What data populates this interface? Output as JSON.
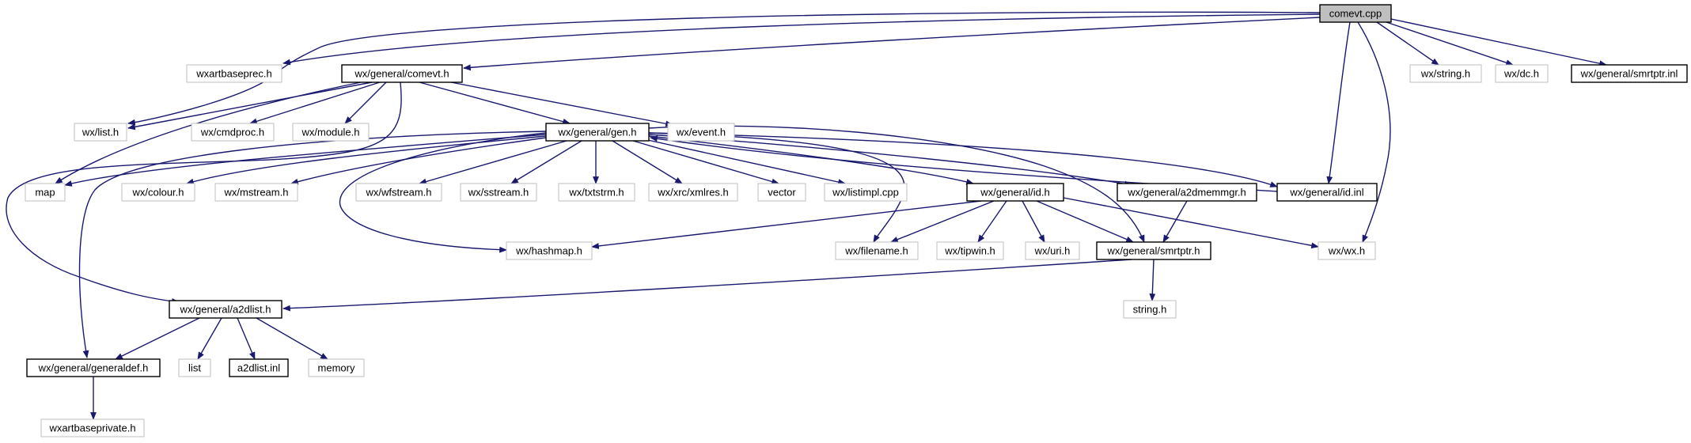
{
  "graph": {
    "nodes": [
      {
        "id": "comevt_cpp",
        "label": "comevt.cpp",
        "kind": "root"
      },
      {
        "id": "wxartbaseprec",
        "label": "wxartbaseprec.h",
        "kind": "external"
      },
      {
        "id": "comevt_h",
        "label": "wx/general/comevt.h",
        "kind": "internal"
      },
      {
        "id": "wx_string",
        "label": "wx/string.h",
        "kind": "external"
      },
      {
        "id": "wx_dc",
        "label": "wx/dc.h",
        "kind": "external"
      },
      {
        "id": "smrtptr_inl",
        "label": "wx/general/smrtptr.inl",
        "kind": "internal"
      },
      {
        "id": "wx_list",
        "label": "wx/list.h",
        "kind": "external"
      },
      {
        "id": "wx_cmdproc",
        "label": "wx/cmdproc.h",
        "kind": "external"
      },
      {
        "id": "wx_module",
        "label": "wx/module.h",
        "kind": "external"
      },
      {
        "id": "gen_h",
        "label": "wx/general/gen.h",
        "kind": "internal"
      },
      {
        "id": "wx_event",
        "label": "wx/event.h",
        "kind": "external"
      },
      {
        "id": "map",
        "label": "map",
        "kind": "external"
      },
      {
        "id": "wx_colour",
        "label": "wx/colour.h",
        "kind": "external"
      },
      {
        "id": "wx_mstream",
        "label": "wx/mstream.h",
        "kind": "external"
      },
      {
        "id": "wx_wfstream",
        "label": "wx/wfstream.h",
        "kind": "external"
      },
      {
        "id": "wx_sstream",
        "label": "wx/sstream.h",
        "kind": "external"
      },
      {
        "id": "wx_txtstrm",
        "label": "wx/txtstrm.h",
        "kind": "external"
      },
      {
        "id": "wx_xmlres",
        "label": "wx/xrc/xmlres.h",
        "kind": "external"
      },
      {
        "id": "vector",
        "label": "vector",
        "kind": "external"
      },
      {
        "id": "wx_listimpl",
        "label": "wx/listimpl.cpp",
        "kind": "external"
      },
      {
        "id": "id_h",
        "label": "wx/general/id.h",
        "kind": "internal"
      },
      {
        "id": "a2dmemmgr",
        "label": "wx/general/a2dmemmgr.h",
        "kind": "internal"
      },
      {
        "id": "id_inl",
        "label": "wx/general/id.inl",
        "kind": "internal"
      },
      {
        "id": "wx_hashmap",
        "label": "wx/hashmap.h",
        "kind": "external"
      },
      {
        "id": "wx_filename",
        "label": "wx/filename.h",
        "kind": "external"
      },
      {
        "id": "wx_tipwin",
        "label": "wx/tipwin.h",
        "kind": "external"
      },
      {
        "id": "wx_uri",
        "label": "wx/uri.h",
        "kind": "external"
      },
      {
        "id": "smrtptr_h",
        "label": "wx/general/smrtptr.h",
        "kind": "internal"
      },
      {
        "id": "wx_wx",
        "label": "wx/wx.h",
        "kind": "external"
      },
      {
        "id": "a2dlist_h",
        "label": "wx/general/a2dlist.h",
        "kind": "internal"
      },
      {
        "id": "string_h",
        "label": "string.h",
        "kind": "external"
      },
      {
        "id": "generaldef",
        "label": "wx/general/generaldef.h",
        "kind": "internal"
      },
      {
        "id": "list",
        "label": "list",
        "kind": "external"
      },
      {
        "id": "a2dlist_inl",
        "label": "a2dlist.inl",
        "kind": "internal"
      },
      {
        "id": "memory",
        "label": "memory",
        "kind": "external"
      },
      {
        "id": "wxartbaseprivate",
        "label": "wxartbaseprivate.h",
        "kind": "external"
      }
    ],
    "edges": [
      [
        "comevt_cpp",
        "wxartbaseprec"
      ],
      [
        "comevt_cpp",
        "comevt_h"
      ],
      [
        "comevt_cpp",
        "wx_string"
      ],
      [
        "comevt_cpp",
        "wx_dc"
      ],
      [
        "comevt_cpp",
        "smrtptr_inl"
      ],
      [
        "comevt_cpp",
        "wx_list"
      ],
      [
        "comevt_cpp",
        "id_inl"
      ],
      [
        "comevt_cpp",
        "wx_wx"
      ],
      [
        "comevt_h",
        "wx_list"
      ],
      [
        "comevt_h",
        "wx_cmdproc"
      ],
      [
        "comevt_h",
        "wx_module"
      ],
      [
        "comevt_h",
        "gen_h"
      ],
      [
        "comevt_h",
        "wx_event"
      ],
      [
        "comevt_h",
        "map"
      ],
      [
        "comevt_h",
        "a2dlist_h"
      ],
      [
        "gen_h",
        "map"
      ],
      [
        "gen_h",
        "wx_colour"
      ],
      [
        "gen_h",
        "wx_mstream"
      ],
      [
        "gen_h",
        "wx_wfstream"
      ],
      [
        "gen_h",
        "wx_sstream"
      ],
      [
        "gen_h",
        "wx_txtstrm"
      ],
      [
        "gen_h",
        "wx_xmlres"
      ],
      [
        "gen_h",
        "vector"
      ],
      [
        "gen_h",
        "wx_listimpl"
      ],
      [
        "gen_h",
        "id_h"
      ],
      [
        "gen_h",
        "a2dmemmgr"
      ],
      [
        "gen_h",
        "id_inl"
      ],
      [
        "gen_h",
        "wx_hashmap"
      ],
      [
        "gen_h",
        "wx_filename"
      ],
      [
        "gen_h",
        "smrtptr_h"
      ],
      [
        "gen_h",
        "generaldef"
      ],
      [
        "id_inl",
        "gen_h"
      ],
      [
        "id_h",
        "wx_hashmap"
      ],
      [
        "id_h",
        "wx_filename"
      ],
      [
        "id_h",
        "wx_tipwin"
      ],
      [
        "id_h",
        "wx_uri"
      ],
      [
        "id_h",
        "smrtptr_h"
      ],
      [
        "id_h",
        "wx_wx"
      ],
      [
        "a2dmemmgr",
        "smrtptr_h"
      ],
      [
        "smrtptr_h",
        "a2dlist_h"
      ],
      [
        "smrtptr_h",
        "string_h"
      ],
      [
        "a2dlist_h",
        "generaldef"
      ],
      [
        "a2dlist_h",
        "list"
      ],
      [
        "a2dlist_h",
        "a2dlist_inl"
      ],
      [
        "a2dlist_h",
        "memory"
      ],
      [
        "generaldef",
        "wxartbaseprivate"
      ]
    ],
    "colors": {
      "edge": "#191970",
      "external_border": "#bfbfbf",
      "internal_border": "#000000",
      "root_fill": "#bfbfbf"
    }
  }
}
